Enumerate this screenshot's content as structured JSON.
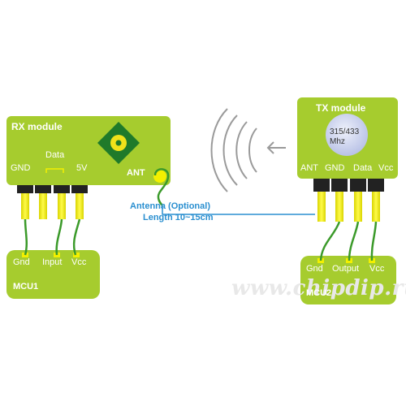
{
  "rx": {
    "title": "RX module",
    "gnd": "GND",
    "data": "Data",
    "v5": "5V",
    "ant": "ANT"
  },
  "antenna": {
    "line1": "Antenna (Optional)",
    "line2": "Length 10~15cm"
  },
  "tx": {
    "title": "TX module",
    "freq_line1": "315/433",
    "freq_line2": "Mhz",
    "ant": "ANT",
    "gnd": "GND",
    "data": "Data",
    "vcc": "Vcc"
  },
  "mcu1": {
    "gnd": "Gnd",
    "input": "Input",
    "vcc": "Vcc",
    "name": "MCU1"
  },
  "mcu2": {
    "gnd": "Gnd",
    "output": "Output",
    "vcc": "Vcc",
    "name": "MCU2"
  },
  "watermark": "www.chipdip.ru",
  "colors": {
    "board": "#a6cc2e",
    "pin_header": "#222222",
    "pin": "#f3f000",
    "wire": "#3b9a2a",
    "antenna_line": "#2a8fd0",
    "label_blue": "#2a8fd0",
    "crystal": "#cfd6ef"
  }
}
